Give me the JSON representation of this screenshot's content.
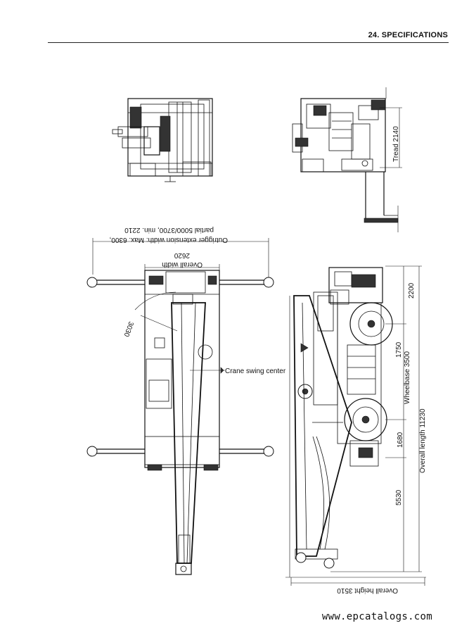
{
  "header": {
    "section_title": "24. SPECIFICATIONS"
  },
  "dimensions": {
    "tread": "Tread 2140",
    "outrigger_line1": "Outrigger extension width: Max. 6300,",
    "outrigger_line2": "partial 5000/3700, min. 2210",
    "overall_width_label": "Overall width",
    "overall_width_value": "2620",
    "swing_radius": "3030",
    "crane_swing_center": "Crane swing center",
    "front_overhang": "2200",
    "axle_spacing": "1750",
    "wheelbase": "Wheelbase 3500",
    "rear_axle_offset": "1680",
    "overall_length": "Overall length 11230",
    "rear_overhang": "5530",
    "overall_height": "Overall height 3510"
  },
  "footer": {
    "url": "www.epcatalogs.com"
  }
}
